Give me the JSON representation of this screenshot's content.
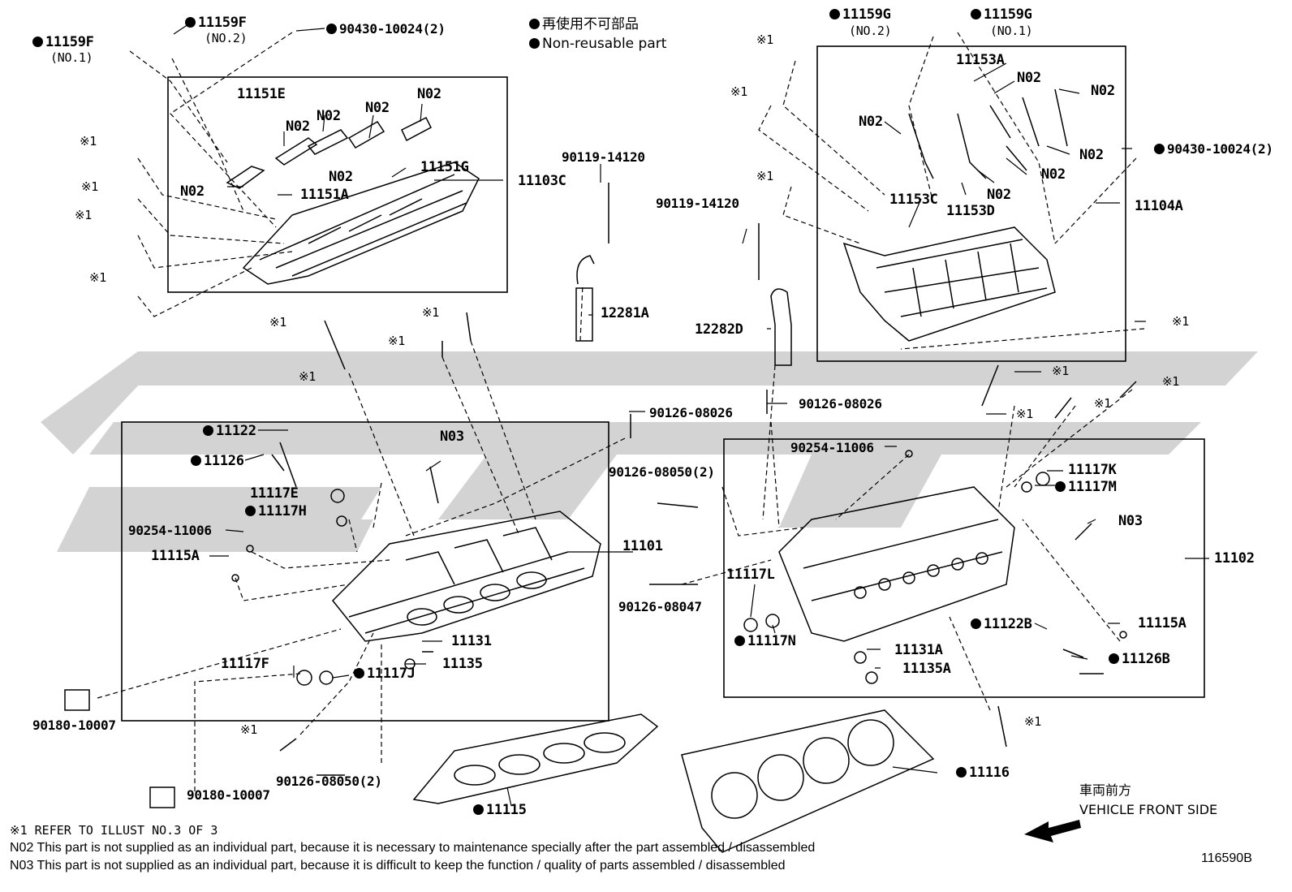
{
  "legend": {
    "non_reusable_jp": "再使用不可部品",
    "non_reusable_en": "Non-reusable part"
  },
  "parts": {
    "p11159F_1": "11159F",
    "p11159F_1_sub": "(NO.1)",
    "p11159F_2": "11159F",
    "p11159F_2_sub": "(NO.2)",
    "p90430_l": "90430-10024(2)",
    "p11151E": "11151E",
    "n02_a": "N02",
    "n02_b": "N02",
    "n02_c": "N02",
    "n02_d": "N02",
    "n02_e": "N02",
    "n02_f": "N02",
    "p11151G": "11151G",
    "p11151A": "11151A",
    "p11103C": "11103C",
    "x1_a": "※1",
    "x1_b": "※1",
    "x1_c": "※1",
    "x1_d": "※1",
    "p90119_a": "90119-14120",
    "p12281A": "12281A",
    "p11159G_2": "11159G",
    "p11159G_2_sub": "(NO.2)",
    "p11159G_1": "11159G",
    "p11159G_1_sub": "(NO.1)",
    "p11153A": "11153A",
    "n02_g": "N02",
    "n02_h": "N02",
    "n02_i": "N02",
    "n02_j": "N02",
    "n02_k": "N02",
    "n02_l": "N02",
    "p11153C": "11153C",
    "p11153D": "11153D",
    "p90430_r": "90430-10024(2)",
    "p11104A": "11104A",
    "x1_e": "※1",
    "x1_f": "※1",
    "x1_g": "※1",
    "x1_h": "※1",
    "p90119_b": "90119-14120",
    "p12282D": "12282D",
    "x1_i": "※1",
    "x1_j": "※1",
    "x1_k": "※1",
    "p90126_08026_a": "90126-08026",
    "p90126_08026_b": "90126-08026",
    "p11122": "11122",
    "p11126": "11126",
    "n03_l": "N03",
    "p11117E": "11117E",
    "p11117H": "11117H",
    "p90254_l": "90254-11006",
    "p11115A_l": "11115A",
    "p11101": "11101",
    "p90126_08050_a": "90126-08050(2)",
    "p11131": "11131",
    "p11135": "11135",
    "p11117F": "11117F",
    "p11117J": "11117J",
    "p90180_a": "90180-10007",
    "x1_l": "※1",
    "p90126_08050_b": "90126-08050(2)",
    "p90180_b": "90180-10007",
    "p11115": "11115",
    "x1_m": "※1",
    "x1_n": "※1",
    "x1_o": "※1",
    "x1_p": "※1",
    "p90254_r": "90254-11006",
    "p11117K": "11117K",
    "p11117M": "11117M",
    "n03_r": "N03",
    "p11102": "11102",
    "p90126_08047": "90126-08047",
    "p11117L": "11117L",
    "p11117N": "11117N",
    "p11122B": "11122B",
    "p11115A_r": "11115A",
    "p11131A": "11131A",
    "p11135A": "11135A",
    "p11126B": "11126B",
    "x1_q": "※1",
    "p11116": "11116"
  },
  "front": {
    "jp": "車両前方",
    "en": "VEHICLE FRONT SIDE"
  },
  "notes": {
    "n1": "※1 REFER TO ILLUST NO.3 OF 3",
    "n2": "N02  This part is not supplied as an individual part, because it is necessary to maintenance specially after the part assembled / disassembled",
    "n3": "N03  This part is not supplied as an individual part, because it is difficult to keep the function / quality of parts  assembled / disassembled"
  },
  "illust_id": "116590B",
  "colors": {
    "watermark": "#d0d0d0",
    "line": "#000000"
  }
}
